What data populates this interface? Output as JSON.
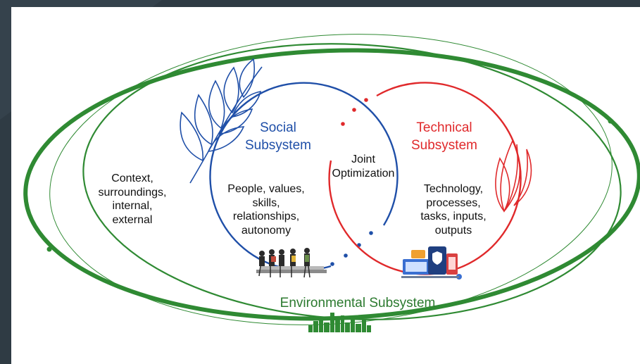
{
  "colors": {
    "slide_background": "#2f3b44",
    "environment_green": "#2f8a33",
    "social_blue": "#1f4fa8",
    "technical_red": "#e0292b"
  },
  "environment": {
    "context_label": "Context,\nsurroundings,\ninternal,\nexternal",
    "title": "Environmental Subsystem"
  },
  "social": {
    "title": "Social\nSubsystem",
    "description": "People, values,\nskills,\nrelationships,\nautonomy"
  },
  "technical": {
    "title": "Technical\nSubsystem",
    "description": "Technology,\nprocesses,\ntasks, inputs,\noutputs"
  },
  "overlap": {
    "label": "Joint\nOptimization"
  },
  "icons": [
    "laurel-branch-icon",
    "flame-leaf-icon",
    "people-group-icon",
    "tech-devices-icon",
    "city-skyline-icon"
  ]
}
